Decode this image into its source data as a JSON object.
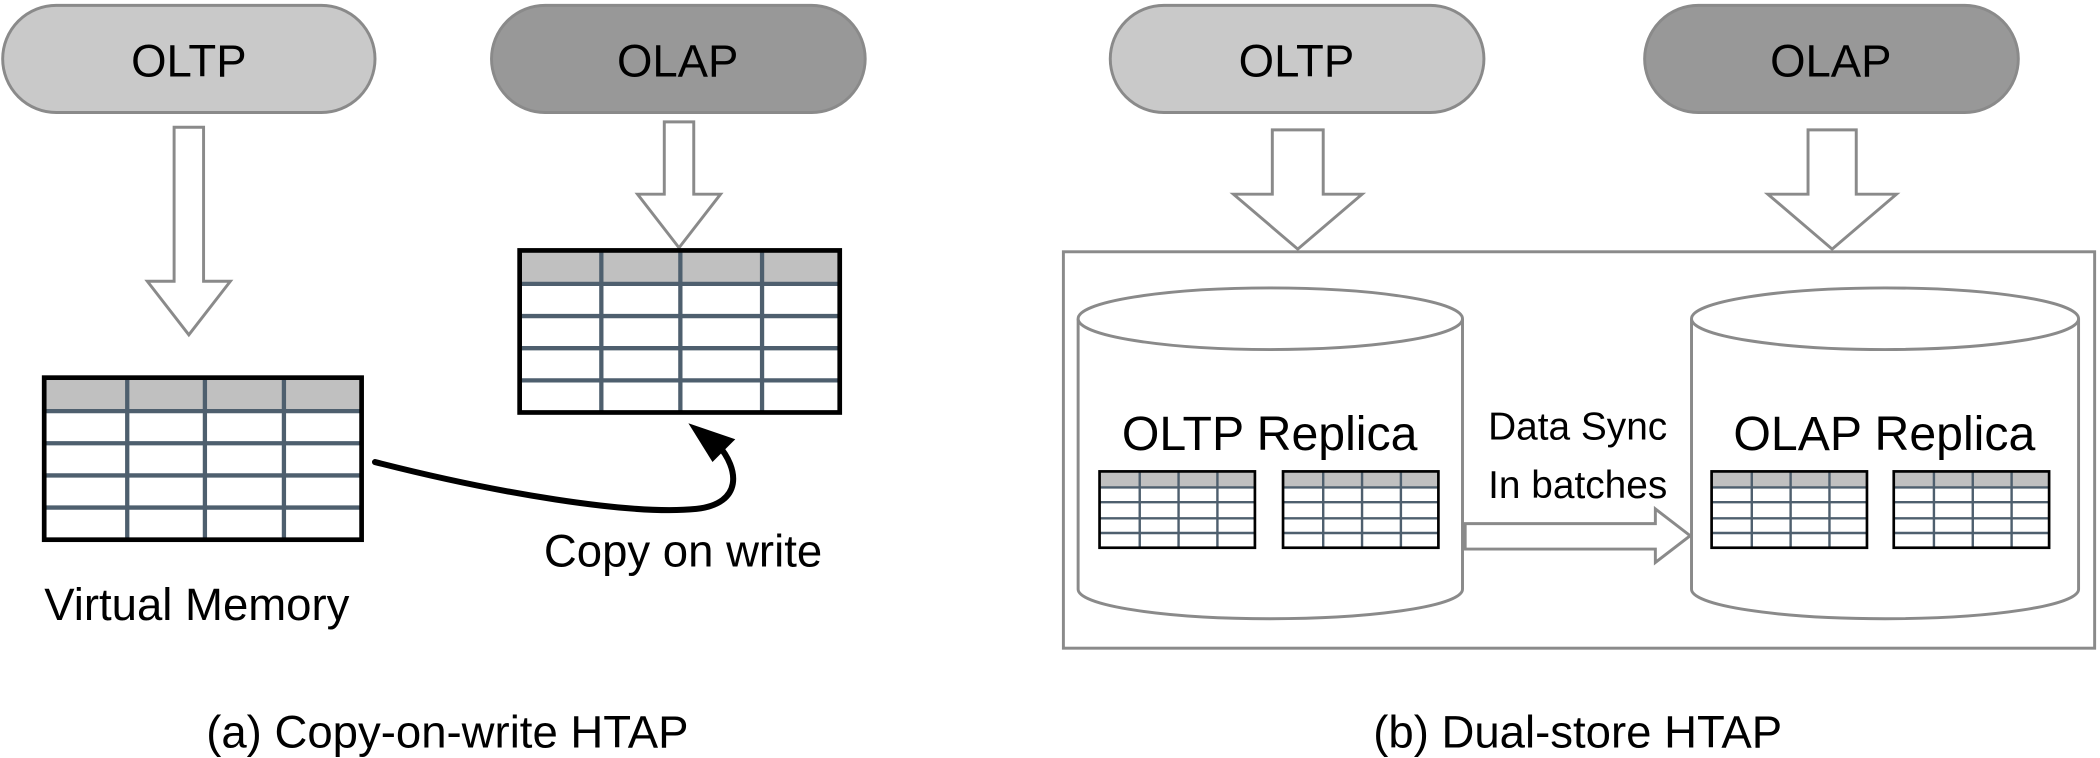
{
  "figure": {
    "panel_a": {
      "caption": "(a) Copy-on-write HTAP",
      "oltp_label": "OLTP",
      "olap_label": "OLAP",
      "virtual_memory_label": "Virtual Memory",
      "copy_on_write_label": "Copy on write"
    },
    "panel_b": {
      "caption": "(b) Dual-store HTAP",
      "oltp_label": "OLTP",
      "olap_label": "OLAP",
      "oltp_replica_label": "OLTP Replica",
      "olap_replica_label": "OLAP Replica",
      "sync_line1": "Data Sync",
      "sync_line2": "In batches"
    },
    "colors": {
      "oltp_fill": "#c9c9c9",
      "olap_fill": "#989898",
      "outline": "#8a8a8a",
      "table_header": "#c0c0c0",
      "table_grid": "#4e5f6e"
    }
  }
}
